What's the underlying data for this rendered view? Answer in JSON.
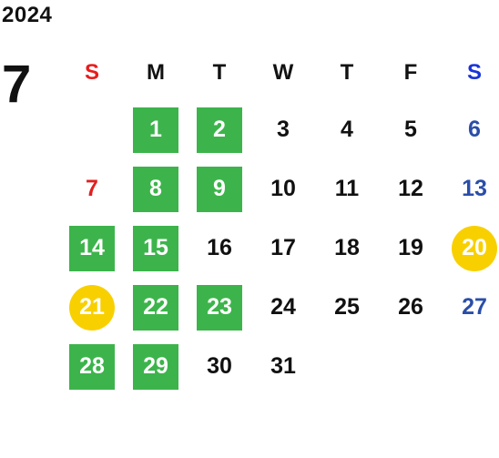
{
  "year": "2024",
  "month": "7",
  "weekdays": [
    "S",
    "M",
    "T",
    "W",
    "T",
    "F",
    "S"
  ],
  "weeks": [
    [
      "",
      "1",
      "2",
      "3",
      "4",
      "5",
      "6"
    ],
    [
      "7",
      "8",
      "9",
      "10",
      "11",
      "12",
      "13"
    ],
    [
      "14",
      "15",
      "16",
      "17",
      "18",
      "19",
      "20"
    ],
    [
      "21",
      "22",
      "23",
      "24",
      "25",
      "26",
      "27"
    ],
    [
      "28",
      "29",
      "30",
      "31",
      "",
      "",
      ""
    ]
  ],
  "highlight_green": [
    "1",
    "2",
    "8",
    "9",
    "14",
    "15",
    "22",
    "23",
    "28",
    "29"
  ],
  "highlight_yellow_circle": [
    "20",
    "21"
  ],
  "colors": {
    "green": "#3cb44b",
    "yellow": "#f8d000",
    "sunday": "#e02020",
    "saturday": "#2a4ea8"
  }
}
